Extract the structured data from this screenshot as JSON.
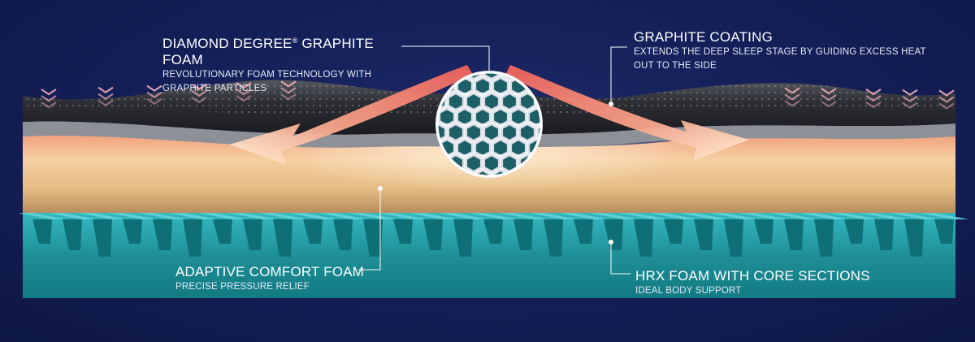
{
  "callouts": {
    "diamond_degree": {
      "title": "DIAMOND DEGREE",
      "title_mark": "®",
      "title_suffix": " GRAPHITE FOAM",
      "subtitle": "REVOLUTIONARY FOAM TECHNOLOGY WITH GRAPHITE PARTICLES"
    },
    "graphite_coating": {
      "title": "GRAPHITE COATING",
      "subtitle": "EXTENDS THE DEEP SLEEP STAGE BY GUIDING EXCESS HEAT OUT TO THE SIDE"
    },
    "adaptive_comfort": {
      "title": "ADAPTIVE COMFORT FOAM",
      "subtitle": "PRECISE PRESSURE RELIEF"
    },
    "hrx_foam": {
      "title": "HRX FOAM WITH CORE SECTIONS",
      "subtitle": "IDEAL BODY SUPPORT"
    }
  },
  "colors": {
    "background": "#15205a",
    "graphite_layer": "#2b2d33",
    "grey_band": "#8a8d94",
    "comfort_foam_top": "#f2a07a",
    "comfort_foam_mid": "#f6d5a6",
    "comfort_foam_bottom": "#caa26f",
    "hrx_foam": "#2aa6ae",
    "hrx_foam_dark": "#0f6f77",
    "heat_arrow": "#f4806f",
    "pressure_chevron": "#e9a9b5"
  },
  "icons": [
    "chevron-down-icon",
    "hexagon-graphite-icon",
    "heat-flow-arrow-icon"
  ]
}
